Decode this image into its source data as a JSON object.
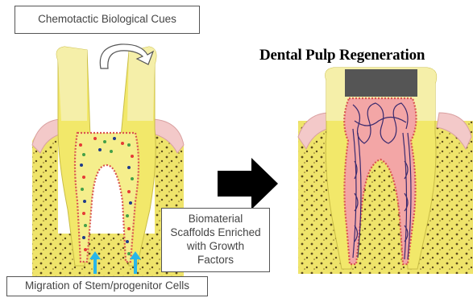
{
  "title": "Dental Pulp Regeneration",
  "labels": {
    "cues": "Chemotactic Biological Cues",
    "scaffold_lines": [
      "Biomaterial",
      "Scaffolds Enriched",
      "with Growth",
      "Factors"
    ],
    "migration": "Migration of Stem/progenitor Cells"
  },
  "colors": {
    "enamel": "#f5efa9",
    "dentin": "#f2e86a",
    "gum": "#f3c9c9",
    "bone": "#efe46b",
    "pulp_outline": "#d9534f",
    "regenerated_pulp": "#f3a6a6",
    "vessel": "#3a2a6e",
    "crown_cap": "#555555",
    "stem_cell_arrow": "#29b6e8",
    "arrow": "#000000"
  },
  "icons": {
    "rotate": "curved-arrow-icon",
    "transition": "right-arrow-icon",
    "migration": "upward-arrow-icon"
  }
}
